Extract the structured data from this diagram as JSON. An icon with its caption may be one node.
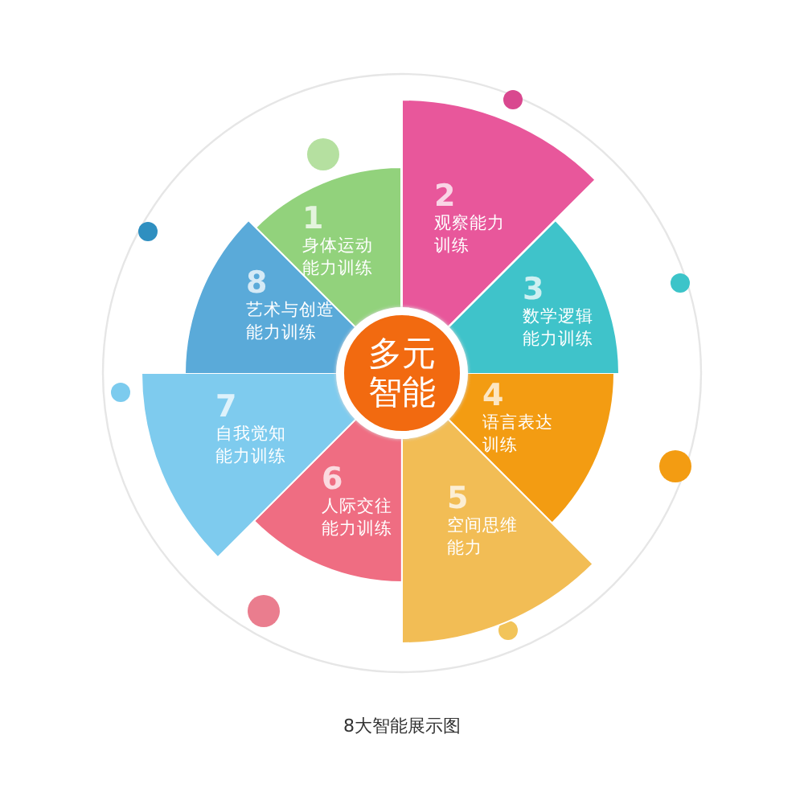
{
  "diagram": {
    "caption": "8大智能展示图",
    "nodes": [
      {
        "text": [
          "多元智能"
        ]
      },
      {
        "text": [
          "1",
          "身体运动能力训练"
        ]
      },
      {
        "text": [
          "2",
          "观察能力训练"
        ]
      },
      {
        "text": [
          "3",
          "数学逻辑能力训练"
        ]
      },
      {
        "text": [
          "4",
          "语言表达训练"
        ]
      },
      {
        "text": [
          "5",
          "空间思维能力"
        ]
      },
      {
        "text": [
          "6",
          "人际交往能力训练"
        ]
      },
      {
        "text": [
          "7",
          "自我觉知能力训练"
        ]
      },
      {
        "text": [
          "8",
          "艺术与创造能力训练"
        ]
      }
    ]
  }
}
